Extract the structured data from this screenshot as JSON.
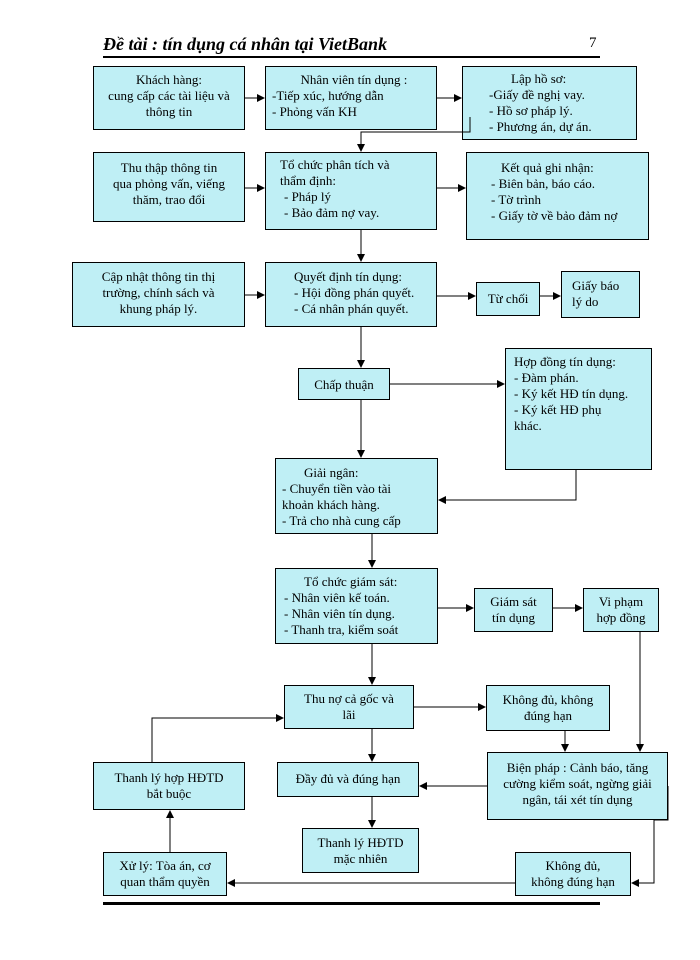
{
  "header": {
    "title": "Đề tài : tín dụng cá nhân tại VietBank",
    "page_number": "7"
  },
  "colors": {
    "box_fill": "#bfeff5",
    "line": "#000000"
  },
  "boxes": {
    "khach_hang": [
      "Khách hàng:",
      "cung cấp các tài liệu và",
      "thông tin"
    ],
    "nhan_vien": [
      "Nhân viên tín dụng :",
      "-Tiếp xúc, hướng dẫn",
      "- Phỏng vấn KH"
    ],
    "lap_ho_so": [
      "Lập hồ sơ:",
      "-Giấy đề nghị vay.",
      "- Hồ sơ pháp lý.",
      "- Phương án, dự án."
    ],
    "thu_thap": [
      "Thu thập thông tin",
      "qua phỏng vấn, viếng",
      "thăm, trao đổi"
    ],
    "to_chuc_phan_tich": [
      "Tổ chức phân tích và",
      "thẩm định:",
      "- Pháp lý",
      "- Bảo đảm nợ vay."
    ],
    "ket_qua": [
      "Kết quả ghi nhận:",
      "- Biên bản, báo cáo.",
      "- Tờ trình",
      "- Giấy tờ về bảo đảm nợ"
    ],
    "cap_nhat": [
      "Cập nhật thông tin thị",
      "trường, chính sách và",
      "khung pháp lý."
    ],
    "quyet_dinh": [
      "Quyết định tín dụng:",
      "- Hội đồng phán quyết.",
      "- Cá nhân phán quyết."
    ],
    "tu_choi": [
      "Từ chối"
    ],
    "giay_bao": [
      "Giấy báo",
      "lý do"
    ],
    "chap_thuan": [
      "Chấp thuận"
    ],
    "hop_dong": [
      "Hợp đồng tín dụng:",
      "- Đàm phán.",
      "- Ký kết HĐ tín dụng.",
      "- Ký kết HĐ phụ",
      "khác."
    ],
    "giai_ngan": [
      "Giải ngân:",
      "- Chuyển tiền vào tài",
      "khoản khách hàng.",
      "- Trả cho nhà cung cấp"
    ],
    "giam_sat_org": [
      "Tổ chức giám sát:",
      "- Nhân viên kế toán.",
      "- Nhân viên tín dụng.",
      "- Thanh tra, kiểm soát"
    ],
    "giam_sat_td": [
      "Giám sát",
      "tín dụng"
    ],
    "vi_pham": [
      "Vi phạm",
      "hợp đồng"
    ],
    "thu_no": [
      "Thu nợ cả gốc và",
      "lãi"
    ],
    "khong_du_1": [
      "Không đủ, không",
      "đúng hạn"
    ],
    "thanh_ly_bat_buoc": [
      "Thanh lý hợp HĐTD",
      "bắt buộc"
    ],
    "day_du": [
      "Đầy đủ và đúng hạn"
    ],
    "bien_phap": [
      "Biện pháp : Cảnh báo, tăng",
      "cường kiểm soát, ngừng giải",
      "ngân, tái xét tín dụng"
    ],
    "thanh_ly_mac_nhien": [
      "Thanh lý HĐTD",
      "mặc nhiên"
    ],
    "xu_ly": [
      "Xử lý: Tòa án, cơ",
      "quan thẩm quyền"
    ],
    "khong_du_2": [
      "Không đủ,",
      "không đúng hạn"
    ]
  }
}
